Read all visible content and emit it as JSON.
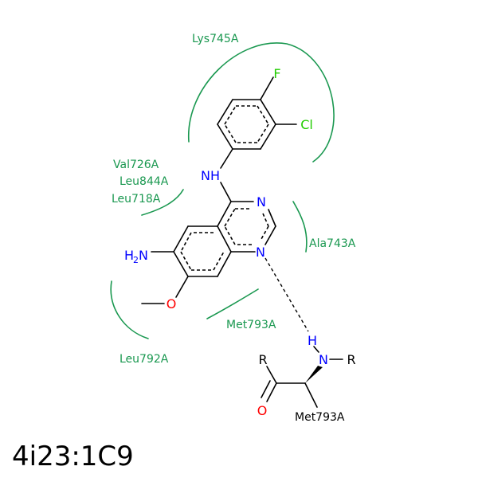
{
  "title": "4i23:1C9",
  "colors": {
    "residue": "#1a9850",
    "nitrogen": "#0000ff",
    "oxygen": "#ff0000",
    "halogen": "#22cc00",
    "bond": "#000000",
    "backbone_label": "#000000"
  },
  "atoms": {
    "f": "F",
    "cl": "Cl",
    "nh": "NH",
    "n_ring_top": "N",
    "n_ring_bottom": "N",
    "nh2_n": "N",
    "nh2_h": "H",
    "nh2_sub": "2",
    "o_methoxy": "O",
    "h_backbone": "H",
    "n_backbone": "N",
    "r_left": "R",
    "r_right": "R",
    "o_carbonyl": "O"
  },
  "residues": {
    "lys745": "Lys745A",
    "val726": "Val726A",
    "leu844": "Leu844A",
    "leu718": "Leu718A",
    "ala743": "Ala743A",
    "met793_contact": "Met793A",
    "leu792": "Leu792A",
    "met793_backbone": "Met793A"
  }
}
